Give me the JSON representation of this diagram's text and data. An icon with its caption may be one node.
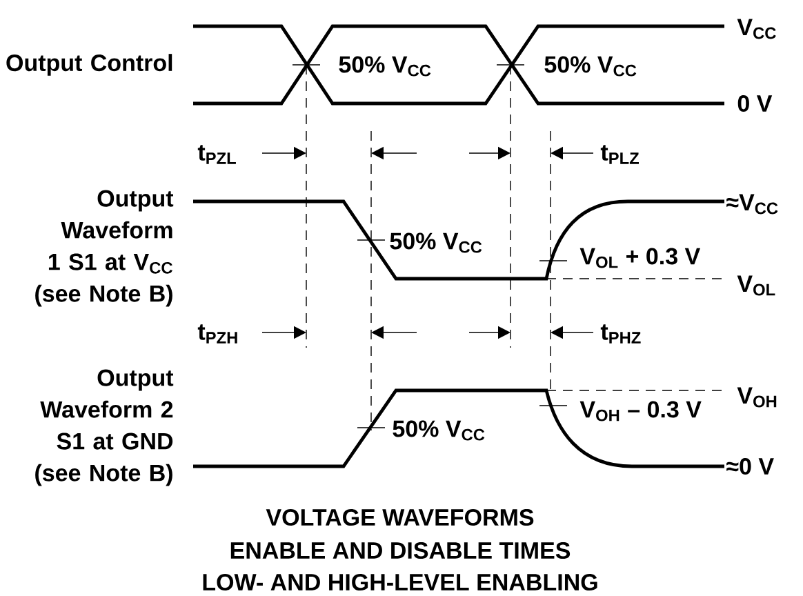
{
  "diagram": {
    "labels": [
      "Output Control",
      "V$_{CC}$",
      "50% V$_{CC}$",
      "50% V$_{CC}$",
      "0 V",
      "t$_{PZL}$",
      "t$_{PLZ}$",
      "Output Waveform 1 S1 at V$_{CC}$ (see Note B)",
      "≈V$_{CC}$",
      "50% V$_{CC}$",
      "V$_{OL}$ + 0.3 V",
      "V$_{OL}$",
      "t$_{PZH}$",
      "t$_{PHZ}$",
      "Output Waveform 2 S1 at GND (see Note B)",
      "V$_{OH}$",
      "V$_{OH}$ – 0.3 V",
      "50% V$_{CC}$",
      "≈0 V",
      "VOLTAGE WAVEFORMS",
      "ENABLE AND DISABLE TIMES",
      "LOW- AND HIGH-LEVEL ENABLING"
    ]
  }
}
